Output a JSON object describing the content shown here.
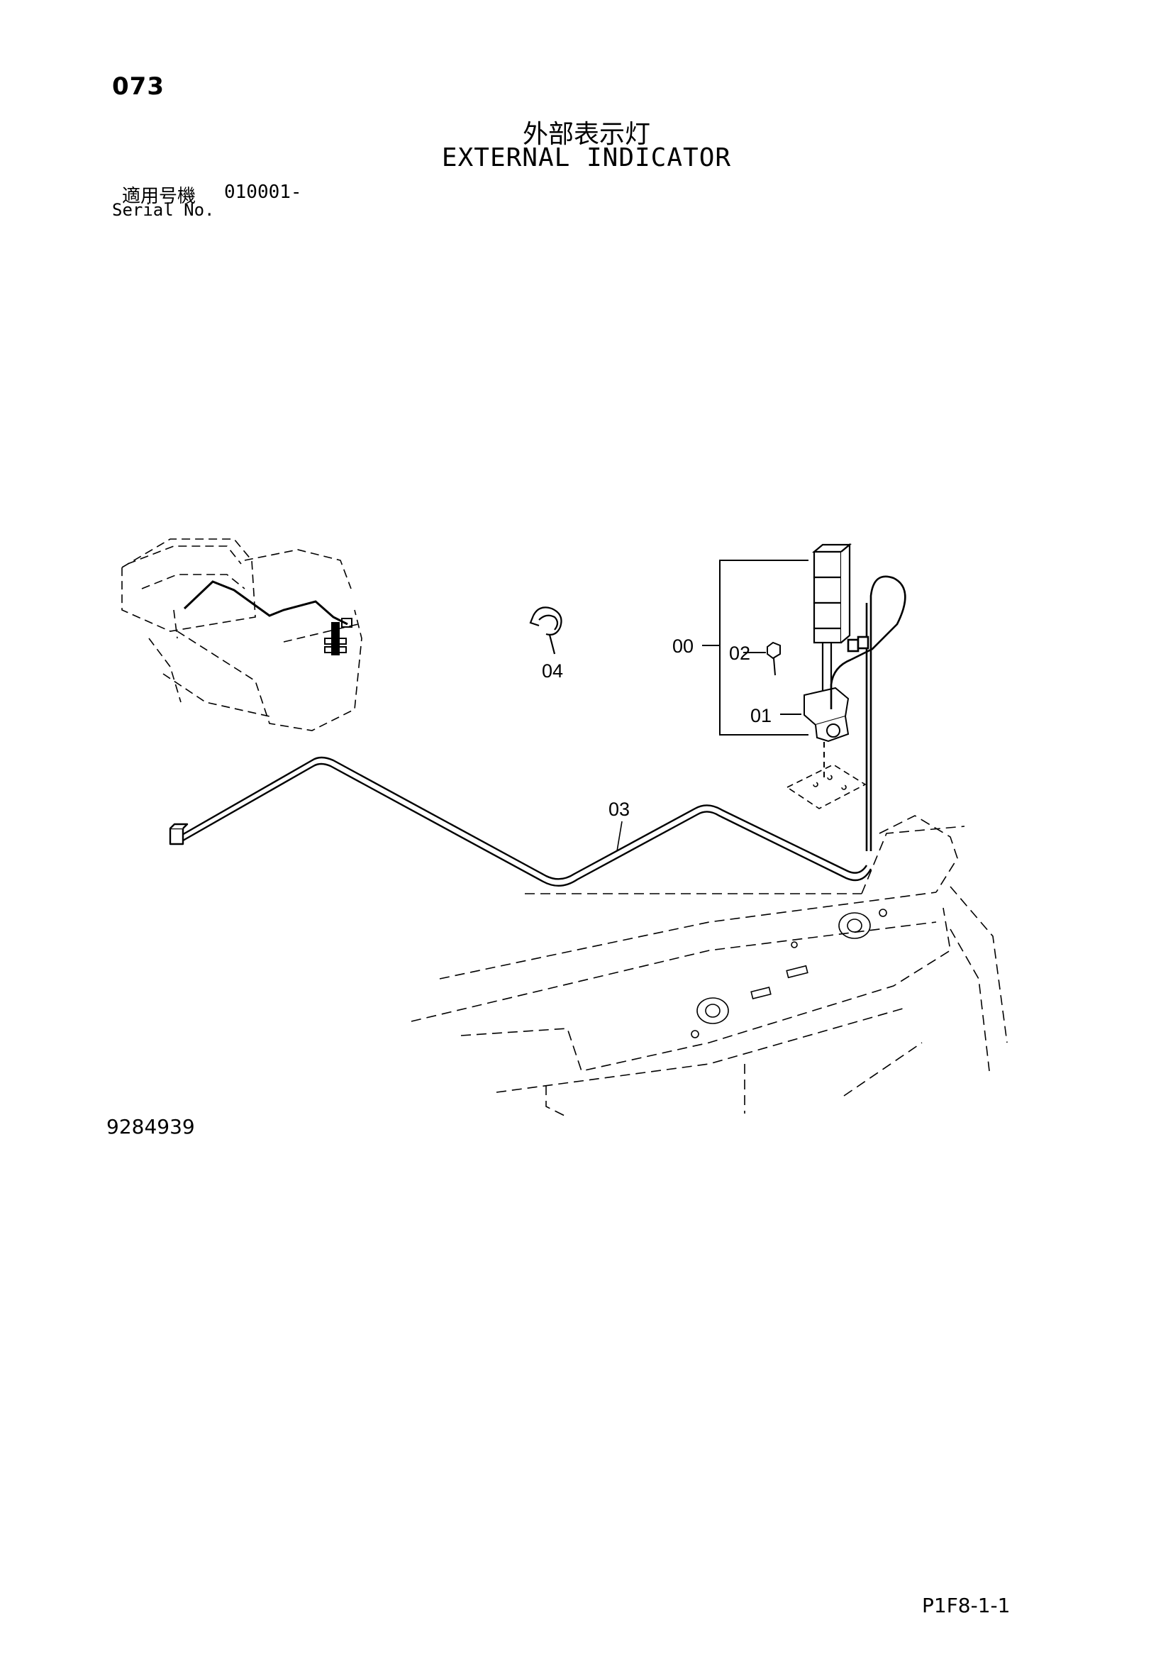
{
  "header": {
    "page_number": "073",
    "title_jp": "外部表示灯",
    "title_en": "EXTERNAL INDICATOR",
    "serial_label_jp": "適用号機",
    "serial_value": "010001-",
    "serial_label_en": "Serial No."
  },
  "callouts": {
    "c00": "00",
    "c01": "01",
    "c02": "02",
    "c03": "03",
    "c04": "04"
  },
  "footer": {
    "drawing_number": "9284939",
    "page_code": "P1F8-1-1"
  }
}
